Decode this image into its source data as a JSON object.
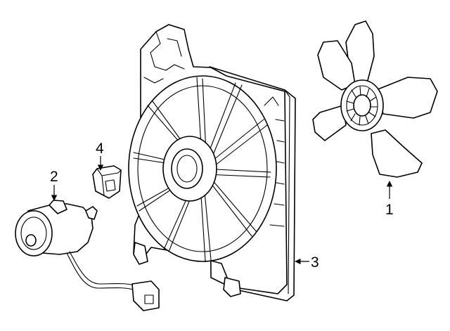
{
  "callouts": [
    {
      "id": "1",
      "label": "1"
    },
    {
      "id": "2",
      "label": "2"
    },
    {
      "id": "3",
      "label": "3"
    },
    {
      "id": "4",
      "label": "4"
    }
  ],
  "colors": {
    "line": "#000000",
    "fill": "#ffffff",
    "background": "#ffffff"
  }
}
